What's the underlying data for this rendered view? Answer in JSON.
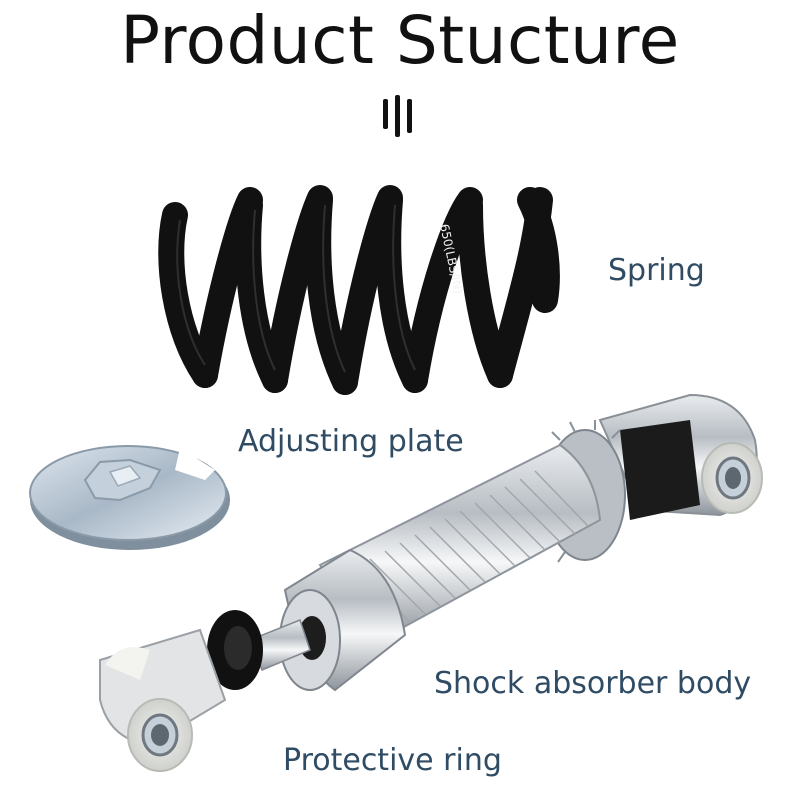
{
  "title": "Product Stucture",
  "labels": {
    "spring": "Spring",
    "adjusting_plate": "Adjusting plate",
    "shock_body": "Shock absorber body",
    "protective_ring": "Protective ring"
  },
  "spring_marking": "650(LBS/IN)",
  "colors": {
    "label": "#2f4c64",
    "title": "#111111"
  }
}
